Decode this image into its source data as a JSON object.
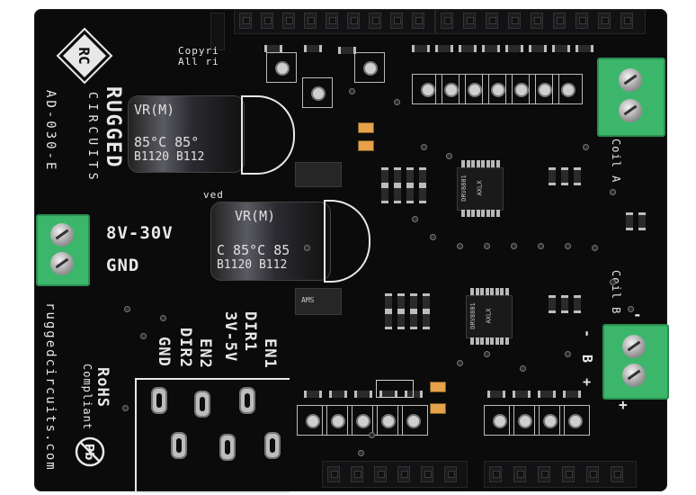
{
  "board": {
    "brand_top": "RUGGED",
    "brand_bottom": "CIRCUITS",
    "logo_letters": "RC",
    "part_number": "AD-030-E",
    "website": "ruggedcircuits.com",
    "copyright_lines": [
      "Copyri",
      "All ri",
      "ved"
    ],
    "power_range": "8V-30V",
    "ground": "GND",
    "coil_a": "Coil A",
    "coil_b": "Coil B",
    "coil_b_minus": "-",
    "coil_b_plus": "+",
    "coil_b_letter": "B",
    "coil_b_minus2": "-",
    "coil_b_plus2": "+",
    "rohs": "RoHS",
    "rohs_sub": "Compliant",
    "pins_labels": [
      "EN1",
      "DIR1",
      "3V-5V",
      "EN2",
      "DIR2",
      "GND"
    ],
    "capacitor_top": {
      "brand": "VR(M)",
      "temp": "85°C  85°",
      "code": "B1120  B112"
    },
    "capacitor_bottom": {
      "brand": "VR(M)",
      "temp": "C 85°C 85",
      "code": "B1120 B112"
    },
    "chip_upper": {
      "name": "DRV8801",
      "code": "AXLX"
    },
    "chip_lower": {
      "name": "DRV8801",
      "code": "AXLX"
    },
    "regulator_label": "AMS"
  },
  "colors": {
    "pcb": "#0b0b0c",
    "silkscreen": "#e8e8e8",
    "terminal": "#3cb66a",
    "led": "#e6a24a"
  }
}
